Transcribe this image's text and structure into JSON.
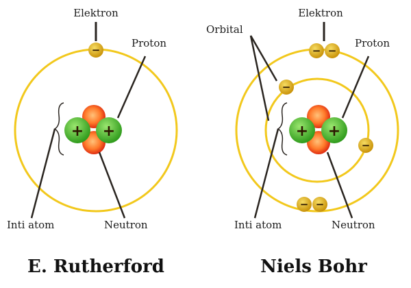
{
  "colors": {
    "orbit": "#f2c81c",
    "electron": "#d8a20a",
    "electron_light": "#f6dc63",
    "proton": "#44b82a",
    "proton_light": "#9be66f",
    "neutron": "#e2230e",
    "neutron_light": "#ffb36a",
    "leader": "#2a2520"
  },
  "rutherford": {
    "title": "E. Rutherford",
    "labels": {
      "electron": "Elektron",
      "proton": "Proton",
      "nucleus": "Inti atom",
      "neutron": "Neutron"
    },
    "electron_sign": "−",
    "proton_sign": "+"
  },
  "bohr": {
    "title": "Niels Bohr",
    "labels": {
      "electron": "Elektron",
      "orbital": "Orbital",
      "proton": "Proton",
      "nucleus": "Inti atom",
      "neutron": "Neutron"
    },
    "electron_sign": "−",
    "proton_sign": "+"
  }
}
